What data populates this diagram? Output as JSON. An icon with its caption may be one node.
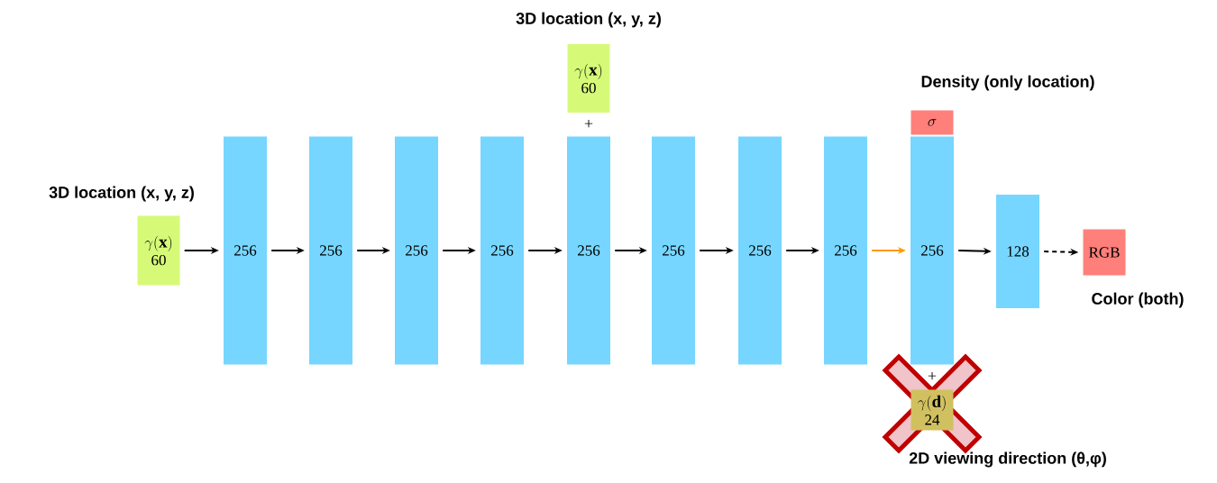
{
  "diagram": {
    "nodes": [
      {
        "text": [
          "3D location (x, y, z)",
          "\\gamma(\\mathbf{x})",
          "60"
        ]
      },
      {
        "text": [
          "256"
        ]
      },
      {
        "text": [
          "256"
        ]
      },
      {
        "text": [
          "256"
        ]
      },
      {
        "text": [
          "256"
        ]
      },
      {
        "text": [
          "256"
        ]
      },
      {
        "text": [
          "256"
        ]
      },
      {
        "text": [
          "256"
        ]
      },
      {
        "text": [
          "256"
        ]
      },
      {
        "text": [
          "256"
        ]
      },
      {
        "text": [
          "128"
        ]
      },
      {
        "text": [
          "RGB"
        ],
        "beside": [
          "Color (both)"
        ]
      },
      {
        "text": [
          "3D location (x, y, z)",
          "\\gamma(\\mathbf{x})",
          "60"
        ]
      },
      {
        "text": [
          "Density (only location)",
          "\\sigma"
        ]
      },
      {
        "text": [
          "\\gamma(\\mathbf{d})",
          "24"
        ],
        "beside": [
          "2D viewing direction (θ,φ)"
        ]
      }
    ],
    "edges": [
      {
        "from": 0,
        "to": 1,
        "arrow": "to"
      },
      {
        "from": 1,
        "to": 2,
        "arrow": "to"
      },
      {
        "from": 2,
        "to": 3,
        "arrow": "to"
      },
      {
        "from": 3,
        "to": 4,
        "arrow": "to"
      },
      {
        "from": 4,
        "to": 5,
        "arrow": "to"
      },
      {
        "from": 5,
        "to": 6,
        "arrow": "to"
      },
      {
        "from": 6,
        "to": 7,
        "arrow": "to"
      },
      {
        "from": 7,
        "to": 8,
        "arrow": "to"
      },
      {
        "from": 8,
        "to": 9,
        "arrow": "to",
        "color": "#ff9900"
      },
      {
        "from": 9,
        "to": 10,
        "arrow": "to"
      },
      {
        "from": 10,
        "to": 11,
        "arrow": "to",
        "style": "dashed"
      }
    ],
    "labels": [
      "+",
      "+"
    ]
  }
}
